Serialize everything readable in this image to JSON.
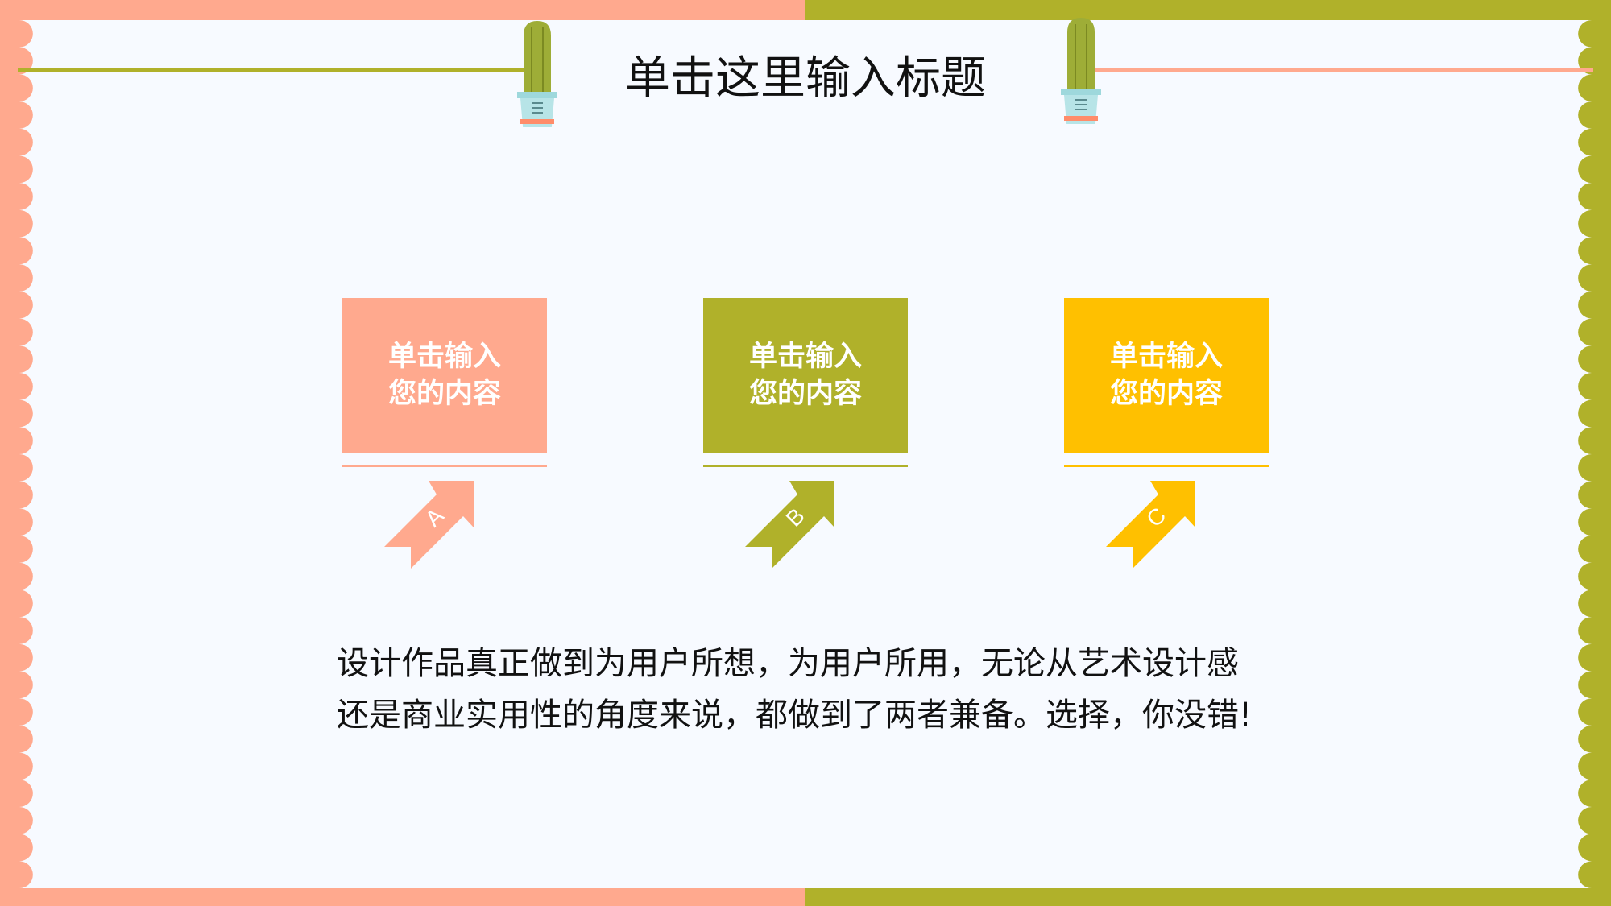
{
  "colors": {
    "salmon": "#FFA98E",
    "olive": "#B0B12A",
    "yellow": "#FFC000",
    "background": "#F7FAFF"
  },
  "slide": {
    "title": "单击这里输入标题",
    "cards": [
      {
        "line1": "单击输入",
        "line2": "您的内容",
        "letter": "A",
        "color": "#FFA98E"
      },
      {
        "line1": "单击输入",
        "line2": "您的内容",
        "letter": "B",
        "color": "#B0B12A"
      },
      {
        "line1": "单击输入",
        "line2": "您的内容",
        "letter": "C",
        "color": "#FFC000"
      }
    ],
    "body_line1": "设计作品真正做到为用户所想，为用户所用，无论从艺术设计感",
    "body_line2": "还是商业实用性的角度来说，都做到了两者兼备。选择，你没错!"
  },
  "icons": [
    "cactus-icon",
    "arrow-up-right-icon"
  ]
}
